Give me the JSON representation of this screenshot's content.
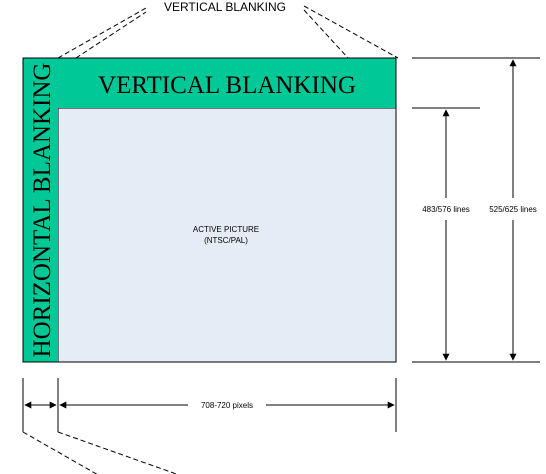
{
  "top_label": "VERTICAL BLANKING",
  "vertical_band_label": "VERTICAL BLANKING",
  "horizontal_band_label": "HORIZONTAL BLANKING",
  "active_picture_line1": "ACTIVE PICTURE",
  "active_picture_line2": "(NTSC/PAL)",
  "active_lines_label": "483/576 lines",
  "total_lines_label": "525/625 lines",
  "width_label": "708-720 pixels",
  "colors": {
    "blanking": "#00c896",
    "active_picture": "#e4ecf6",
    "lines": "#000000"
  }
}
